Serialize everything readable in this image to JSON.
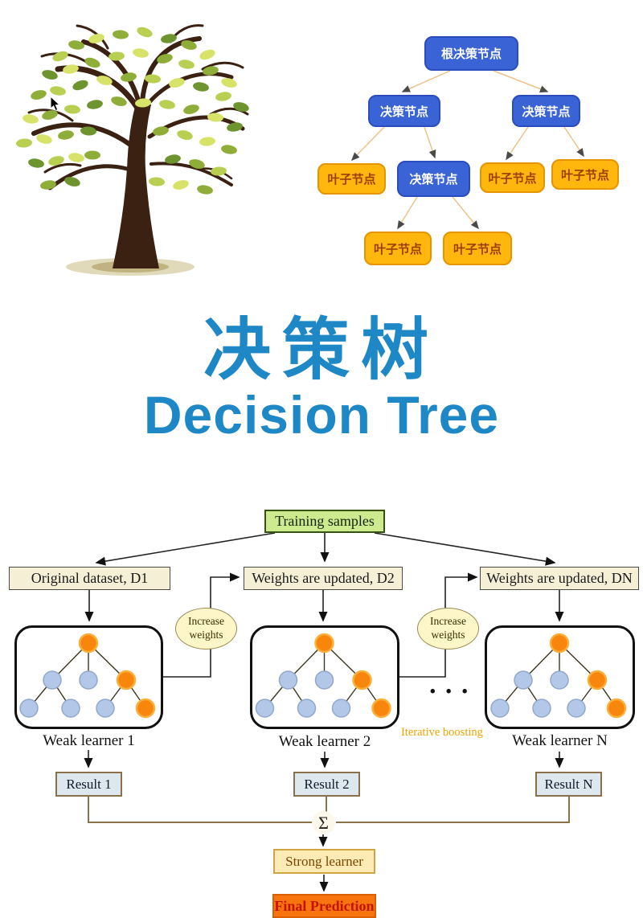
{
  "top_tree": {
    "root_label": "根决策节点",
    "decision_label": "决策节点",
    "leaf_label": "叶子节点"
  },
  "title": {
    "chinese": "决策树",
    "english": "Decision Tree"
  },
  "boosting": {
    "training_label": "Training samples",
    "datasets": [
      "Original dataset, D1",
      "Weights are updated, D2",
      "Weights are updated, DN"
    ],
    "increase_weights": "Increase weights",
    "learners": [
      "Weak learner 1",
      "Weak learner 2",
      "Weak learner N"
    ],
    "results": [
      "Result 1",
      "Result 2",
      "Result N"
    ],
    "sum_symbol": "Σ",
    "ellipsis": "• • •",
    "iterative_label": "Iterative boosting",
    "strong_label": "Strong learner",
    "final_label": "Final Prediction"
  },
  "colors": {
    "decision_node_blue": "#3a63d6",
    "leaf_node_orange": "#ffb60d",
    "title_blue": "#1e87c6",
    "boosted_node_orange": "#f8860d",
    "sample_node_blue": "#b3c7e8",
    "training_green": "#cdeb8e",
    "dataset_cream": "#f5efd6",
    "result_bluegray": "#dce8ee",
    "strong_cream": "#fdeab4",
    "final_orange": "#f7740e"
  }
}
